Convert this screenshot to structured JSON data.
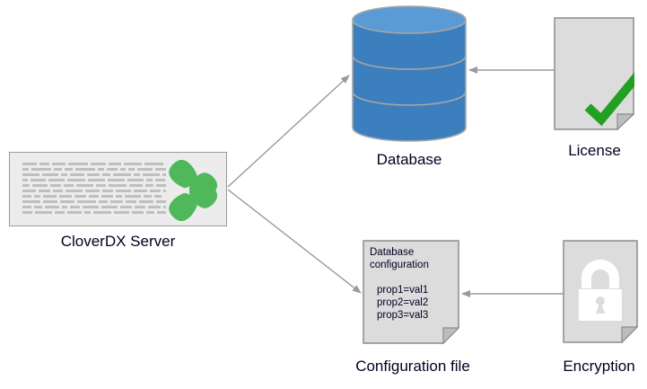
{
  "diagram": {
    "title": "CloverDX Server configuration and licensing diagram",
    "background": "#ffffff",
    "nodes": [
      {
        "id": "server",
        "label": "CloverDX Server",
        "shape": "box",
        "fill": "#ececec",
        "stroke": "#9a9a9a",
        "icon": "clover-logo",
        "icon_color": "#4fb85a"
      },
      {
        "id": "database",
        "label": "Database",
        "shape": "cylinder",
        "fill": "#3c7fbf",
        "top_fill": "#5b9bd5",
        "stroke": "#a6a6a6"
      },
      {
        "id": "license",
        "label": "License",
        "shape": "document",
        "fill": "#dcdcdc",
        "stroke": "#8c8c8c",
        "icon": "check-icon",
        "icon_color": "#22a022"
      },
      {
        "id": "config",
        "label": "Configuration file",
        "shape": "document",
        "fill": "#dcdcdc",
        "stroke": "#8c8c8c"
      },
      {
        "id": "encryption",
        "label": "Encryption",
        "shape": "document",
        "fill": "#dcdcdc",
        "stroke": "#8c8c8c",
        "icon": "lock-icon",
        "icon_color": "#ffffff"
      }
    ],
    "edges": [
      {
        "id": "server-to-database",
        "from": "server",
        "to": "database",
        "stroke": "#9a9a9a"
      },
      {
        "id": "server-to-config",
        "from": "server",
        "to": "config",
        "stroke": "#9a9a9a"
      },
      {
        "id": "license-to-database",
        "from": "license",
        "to": "database",
        "stroke": "#9a9a9a"
      },
      {
        "id": "encryption-to-config",
        "from": "encryption",
        "to": "config",
        "stroke": "#9a9a9a"
      }
    ]
  },
  "labels": {
    "server": "CloverDX Server",
    "database": "Database",
    "license": "License",
    "config": "Configuration file",
    "encryption": "Encryption"
  },
  "config_file": {
    "title_line1": "Database",
    "title_line2": "configuration",
    "properties": [
      "prop1=val1",
      "prop2=val2",
      "prop3=val3"
    ]
  }
}
